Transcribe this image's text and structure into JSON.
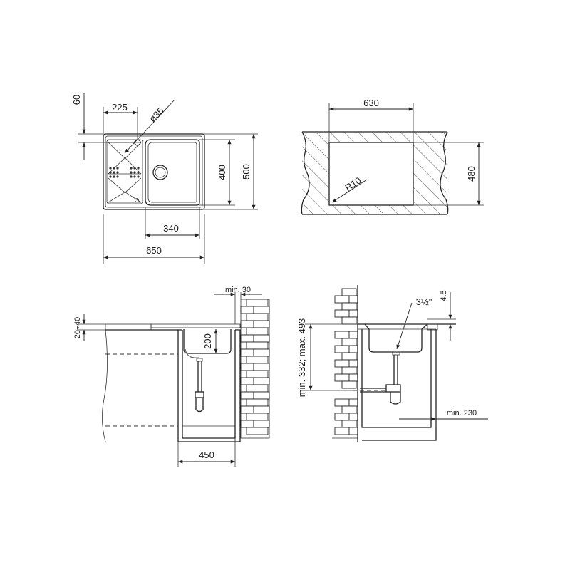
{
  "top_view": {
    "dim_overall_width": "650",
    "dim_bowl_width": "340",
    "dim_drainer_width": "225",
    "dim_tap_hole": "ø35",
    "dim_top_offset": "60",
    "dim_overall_depth": "500",
    "dim_bowl_depth": "400"
  },
  "cutout_view": {
    "dim_cutout_width": "630",
    "dim_cutout_depth": "480",
    "dim_corner_radius": "R10"
  },
  "side_view": {
    "dim_worktop": "20÷40",
    "dim_wall_gap": "min. 30",
    "dim_bowl_height": "200",
    "dim_cabinet_width": "450"
  },
  "front_view": {
    "dim_waste": "3½\"",
    "dim_rim": "4.5",
    "dim_drain_height": "min. 332; max. 493",
    "dim_cabinet_min": "min. 230"
  }
}
